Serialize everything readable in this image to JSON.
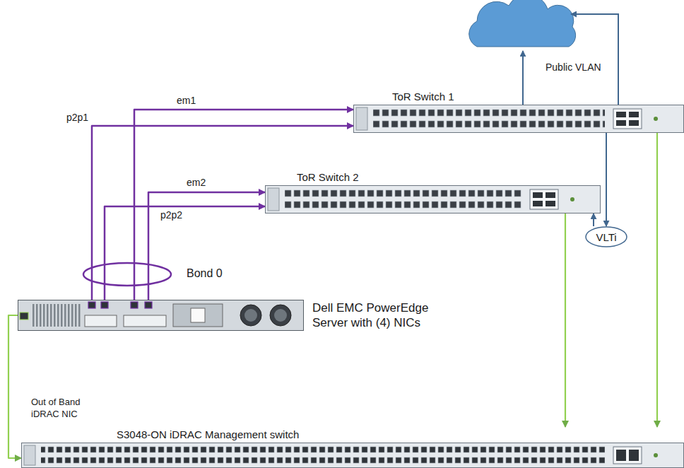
{
  "diagram": {
    "nodes": [
      {
        "text": [
          "ToR Switch 1"
        ]
      },
      {
        "text": [
          "VLTi"
        ]
      },
      {
        "text": [
          "ToR Switch 2"
        ]
      },
      {
        "text": [
          "Dell EMC PowerEdge Server with (4) NICs"
        ]
      },
      {
        "text": [
          "S3048-ON iDRAC Management switch"
        ]
      }
    ],
    "edges": [
      {
        "from": 3,
        "to": 0,
        "label": "p2p1",
        "arrow": "to"
      },
      {
        "from": 3,
        "to": 0,
        "label": "em1",
        "arrow": "to"
      },
      {
        "from": 3,
        "to": 2,
        "label": "p2p2",
        "arrow": "to"
      },
      {
        "from": 3,
        "to": 2,
        "label": "em2",
        "arrow": "to"
      },
      {
        "from": 0,
        "to": 1,
        "arrow": "to"
      },
      {
        "from": 1,
        "to": 2,
        "arrow": "to"
      },
      {
        "from": 3,
        "to": 4,
        "arrow": "to"
      },
      {
        "from": 0,
        "to": 4,
        "arrow": "to"
      },
      {
        "from": 2,
        "to": 4,
        "arrow": "to"
      }
    ],
    "labels": [
      "Public VLAN",
      "Bond 0",
      "Out of Band iDRAC NIC"
    ]
  }
}
